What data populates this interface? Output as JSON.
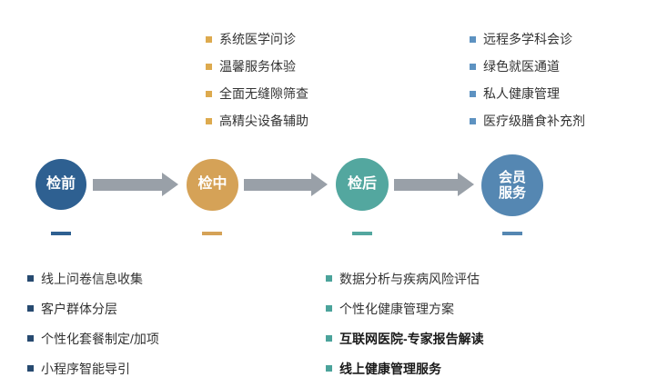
{
  "diagram": {
    "arrow_color": "#99a0a8",
    "stages": [
      {
        "label": "检前",
        "color": "#2e6091"
      },
      {
        "label": "检中",
        "color": "#d5a257"
      },
      {
        "label": "检后",
        "color": "#53a79f"
      },
      {
        "label": "会员服务",
        "color": "#5587b2"
      }
    ]
  },
  "lists": {
    "top_left": {
      "bullet_color": "#ddaa4e",
      "items": [
        "系统医学问诊",
        "温馨服务体验",
        "全面无缝隙筛查",
        "高精尖设备辅助"
      ]
    },
    "top_right": {
      "bullet_color": "#5d92c1",
      "items": [
        "远程多学科会诊",
        "绿色就医通道",
        "私人健康管理",
        "医疗级膳食补充剂"
      ]
    },
    "bottom_left": {
      "bullet_color": "#274a70",
      "items": [
        "线上问卷信息收集",
        "客户群体分层",
        "个性化套餐制定/加项",
        "小程序智能导引"
      ]
    },
    "bottom_right": {
      "bullet_color": "#4ba39b",
      "items": [
        "数据分析与疾病风险评估",
        "个性化健康管理方案",
        "互联网医院-专家报告解读",
        "线上健康管理服务"
      ]
    }
  }
}
